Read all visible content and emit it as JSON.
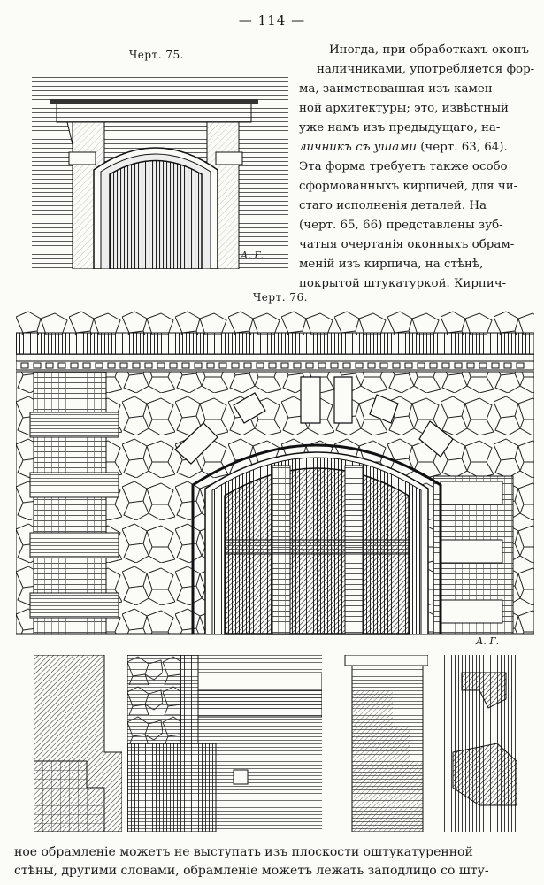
{
  "page": {
    "number_line": "— 114 —",
    "fig75_caption": "Черт. 75.",
    "fig76_caption": "Черт. 76.",
    "paragraph_lines": [
      {
        "text": "Иногда, при обработкахъ оконъ"
      },
      {
        "text": "наличниками, употребляется фор-"
      },
      {
        "text": "ма, заимствованная изъ камен-"
      },
      {
        "text": "ной архитектуры; это, извѣстный"
      },
      {
        "text": "уже намъ изъ предыдущаго, на-"
      },
      {
        "italic": "личникъ съ ушами",
        "text": " (черт. 63, 64)."
      },
      {
        "text": "Эта форма требуетъ также особо"
      },
      {
        "text": "сформованныхъ кирпичей, для чи-"
      },
      {
        "text": "стаго исполненія деталей. На"
      },
      {
        "text": "(черт. 65, 66) представлены зуб-"
      },
      {
        "text": "чатыя очертанія оконныхъ обрам-"
      },
      {
        "text": "меній изъ кирпича, на стѣнѣ,"
      },
      {
        "text": "покрытой штукатуркой. Кирпич-"
      }
    ],
    "bottom_lines": [
      "ное обрамленіе можетъ не выступать изъ плоскости оштукатуренной",
      "стѣны, другими словами, обрамленіе можетъ лежать заподлицо со шту-"
    ],
    "signature_75": "А. Г.",
    "signature_76": "А. Г."
  }
}
